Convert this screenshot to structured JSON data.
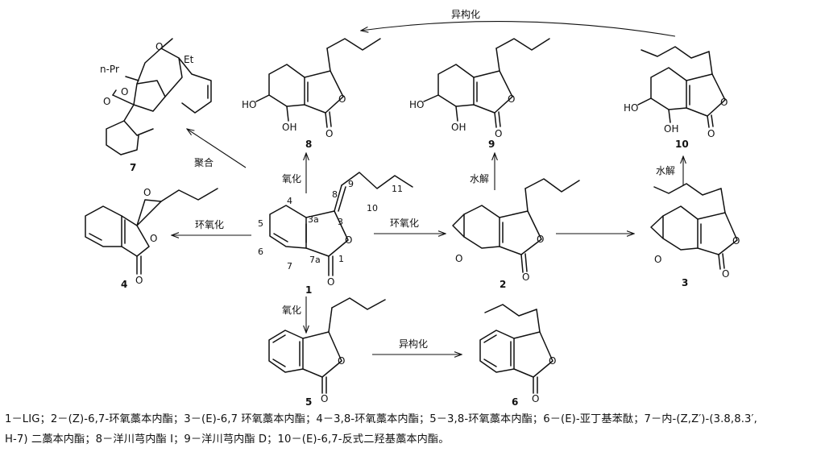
{
  "compounds": {
    "c1": {
      "number": "1",
      "positions": {
        "p1": "1",
        "p3": "3",
        "p3a": "3a",
        "p4": "4",
        "p5": "5",
        "p6": "6",
        "p7": "7",
        "p7a": "7a",
        "p8": "8",
        "p9": "9",
        "p10": "10",
        "p11": "11"
      }
    },
    "c2": {
      "number": "2"
    },
    "c3": {
      "number": "3"
    },
    "c4": {
      "number": "4"
    },
    "c5": {
      "number": "5"
    },
    "c6": {
      "number": "6"
    },
    "c7": {
      "number": "7",
      "npr": "n-Pr",
      "et": "Et"
    },
    "c8": {
      "number": "8"
    },
    "c9": {
      "number": "9"
    },
    "c10": {
      "number": "10"
    }
  },
  "atoms": {
    "oxygen": "O",
    "hydroxyl": "HO",
    "hydroxyl_r": "OH"
  },
  "arrows": {
    "isomerize_top": "异构化",
    "polymerize": "聚合",
    "oxidize_up": "氧化",
    "hydrolyze_9": "水解",
    "hydrolyze_10": "水解",
    "epoxidize_left": "环氧化",
    "epoxidize_right": "环氧化",
    "oxidize_down": "氧化",
    "isomerize_bottom": "异构化"
  },
  "caption": {
    "line1": "1－LIG；2－(Z)-6,7-环氧藁本内酯；3－(E)-6,7 环氧藁本内酯；4－3,8-环氧藁本内酯；5－3,8-环氧藁本内酯；6－(E)-亚丁基苯酞；7－内-(Z,Z′)-(3.8,8.3′,",
    "line2": "H-7) 二藁本内酯；8－洋川芎内酯 I；9－洋川芎内酯 D；10－(E)-6,7-反式二羟基藁本内酯。"
  }
}
